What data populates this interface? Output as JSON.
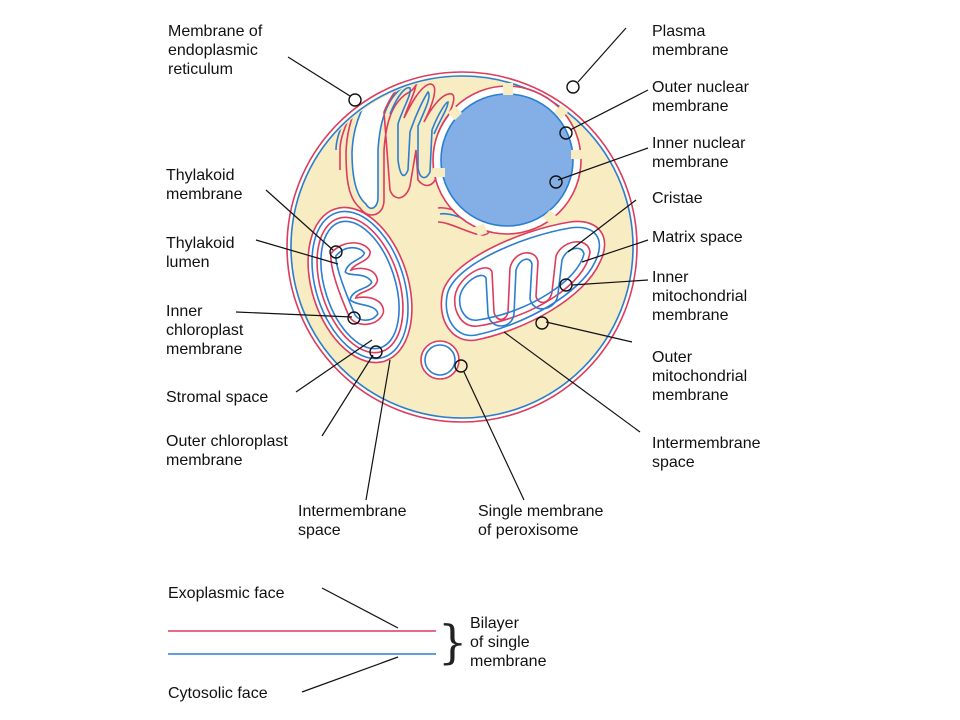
{
  "colors": {
    "cytoplasm": "#f8ecc3",
    "nucleus": "#84aee6",
    "exoplasmic": "#dc3c5e",
    "cytosolic": "#2b7ed0",
    "ink": "#111111"
  },
  "labels": {
    "er": [
      "Membrane of",
      "endoplasmic",
      "reticulum"
    ],
    "plasma": [
      "Plasma",
      "membrane"
    ],
    "outer_nuclear": [
      "Outer nuclear",
      "membrane"
    ],
    "inner_nuclear": [
      "Inner nuclear",
      "membrane"
    ],
    "cristae": [
      "Cristae"
    ],
    "matrix": [
      "Matrix space"
    ],
    "inner_mito": [
      "Inner",
      "mitochondrial",
      "membrane"
    ],
    "outer_mito": [
      "Outer",
      "mitochondrial",
      "membrane"
    ],
    "interm_mito": [
      "Intermembrane",
      "space"
    ],
    "thylakoid_membrane": [
      "Thylakoid",
      "membrane"
    ],
    "thylakoid_lumen": [
      "Thylakoid",
      "lumen"
    ],
    "inner_chloro": [
      "Inner",
      "chloroplast",
      "membrane"
    ],
    "stromal": [
      "Stromal space"
    ],
    "outer_chloro": [
      "Outer chloroplast",
      "membrane"
    ],
    "interm_chloro": [
      "Intermembrane",
      "space"
    ],
    "peroxisome": [
      "Single membrane",
      "of peroxisome"
    ],
    "exoplasmic_face": [
      "Exoplasmic face"
    ],
    "cytosolic_face": [
      "Cytosolic face"
    ],
    "bilayer": [
      "Bilayer",
      "of single",
      "membrane"
    ]
  }
}
